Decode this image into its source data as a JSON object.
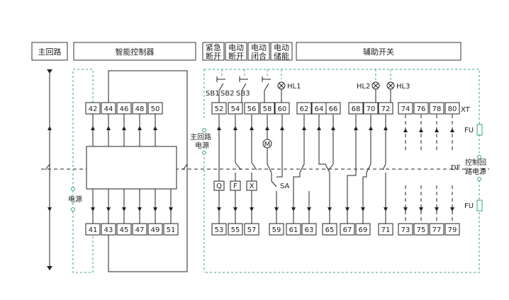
{
  "headers": {
    "main_circuit": "主回路",
    "smart_controller": "智能控制器",
    "emergency_off": [
      "紧急",
      "断开"
    ],
    "electric_off": [
      "电动",
      "断开"
    ],
    "electric_close": [
      "电动",
      "闭合"
    ],
    "electric_store": [
      "电动",
      "储能"
    ],
    "aux_switch": "辅助开关"
  },
  "terminals_top": [
    "42",
    "44",
    "46",
    "48",
    "50",
    "52",
    "54",
    "56",
    "58",
    "60",
    "62",
    "64",
    "66",
    "68",
    "70",
    "72",
    "74",
    "76",
    "78",
    "80"
  ],
  "terminals_bottom": [
    "41",
    "43",
    "45",
    "47",
    "49",
    "51",
    "53",
    "55",
    "57",
    "59",
    "61",
    "63",
    "65",
    "67",
    "69",
    "71",
    "73",
    "75",
    "77",
    "79"
  ],
  "labels": {
    "power": "电源",
    "main_circuit_power": [
      "主回路",
      "电源"
    ],
    "sb1": "SB1",
    "sb2": "SB2",
    "sb3": "SB3",
    "hl1": "HL1",
    "hl2": "HL2",
    "hl3": "HL3",
    "xt": "XT",
    "fu_top": "FU",
    "fu_bottom": "FU",
    "df": "DF",
    "control_power": [
      "控制回",
      "路电源"
    ],
    "q": "Q",
    "f": "F",
    "x": "X",
    "sa": "SA",
    "m": "M"
  },
  "colors": {
    "line": "#222222",
    "aux_power_dashed": "#3aa37c"
  }
}
